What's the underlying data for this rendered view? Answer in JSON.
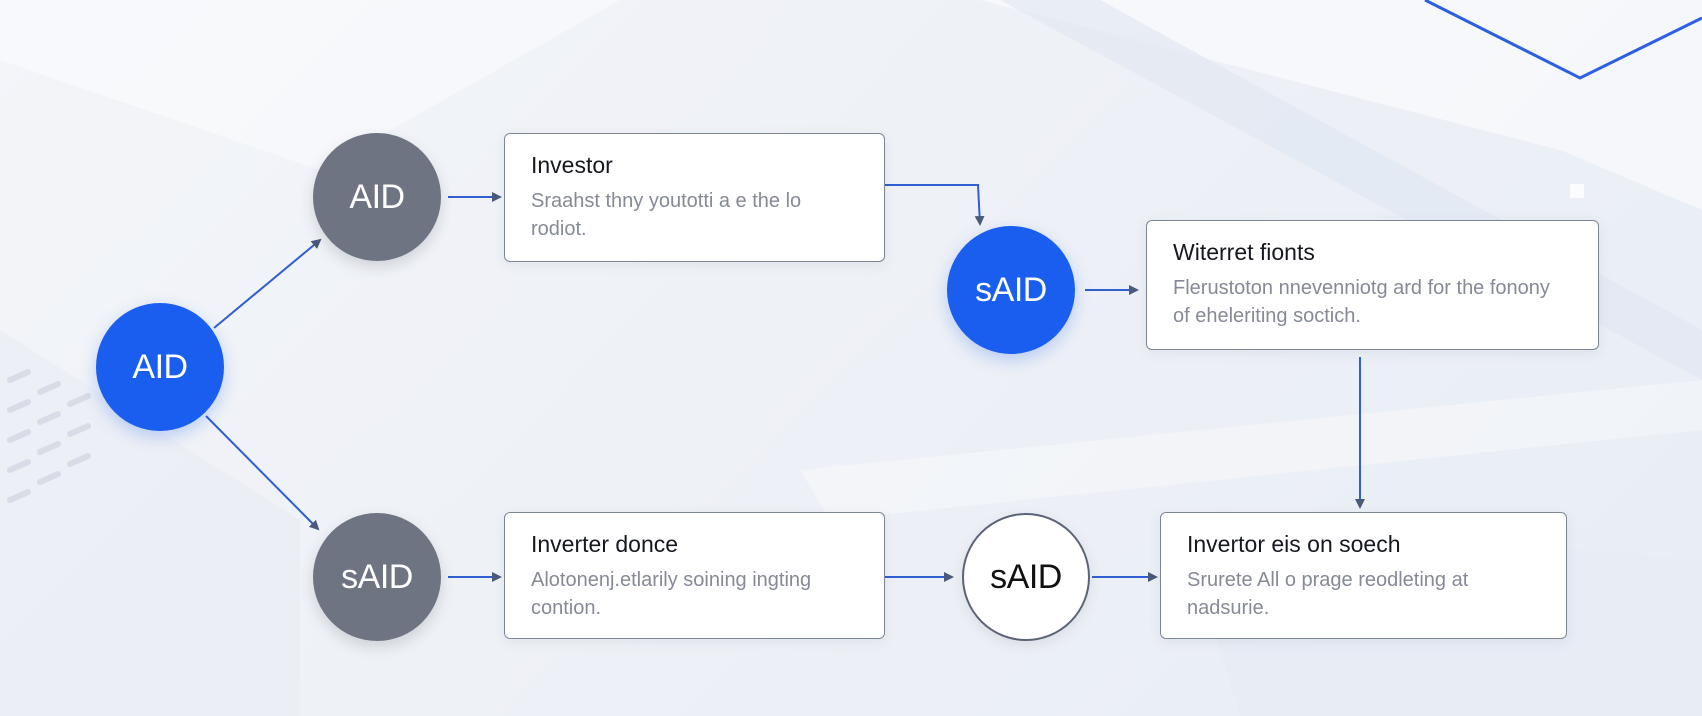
{
  "diagram": {
    "nodes": [
      {
        "id": "root",
        "label": "AID",
        "style": "blue"
      },
      {
        "id": "top",
        "label": "AID",
        "style": "gray"
      },
      {
        "id": "bottom",
        "label": "sAID",
        "style": "gray"
      },
      {
        "id": "mid",
        "label": "sAID",
        "style": "blue"
      },
      {
        "id": "center",
        "label": "sAID",
        "style": "white"
      }
    ],
    "cards": [
      {
        "id": "investor",
        "title": "Investor",
        "desc": "Sraahst thny youtotti a e the lo rodiot."
      },
      {
        "id": "witerret",
        "title": "Witerret fionts",
        "desc": "Flerustoton nnevenniotg ard for the fonony of eheleriting soctich."
      },
      {
        "id": "inverter",
        "title": "Inverter donce",
        "desc": "Alotonenj.etlarily soining ingting contion."
      },
      {
        "id": "invertor",
        "title": "Invertor eis on soech",
        "desc": "Srurete All o prage reodleting at nadsurie."
      }
    ]
  },
  "colors": {
    "accent_blue": "#1a5ef0",
    "node_gray": "#6f7482",
    "line_blue": "#2f5fd0",
    "arrow_dark": "#4a5a7a"
  }
}
